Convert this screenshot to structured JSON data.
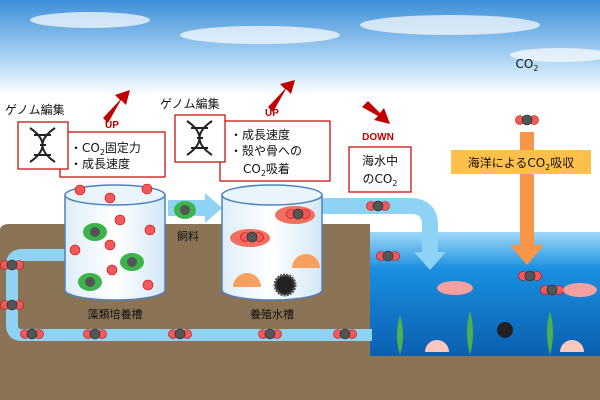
{
  "genome_edit_left": {
    "title": "ゲノム編集",
    "line1_pre": "・CO",
    "line1_sub": "2",
    "line1_post": "固定力",
    "line2": "・成長速度",
    "trend": "UP"
  },
  "genome_edit_right": {
    "title": "ゲノム編集",
    "line1": "・成長速度",
    "line2": "・殻や骨への",
    "line3_pre": "CO",
    "line3_sub": "2",
    "line3_post": "吸着",
    "trend": "UP"
  },
  "seawater_co2": {
    "line1": "海水中",
    "line2_pre": "のCO",
    "line2_sub": "2",
    "trend": "DOWN"
  },
  "atmosphere": {
    "label_pre": "CO",
    "label_sub": "2"
  },
  "ocean_absorption": {
    "label_pre": "海洋によるCO",
    "label_sub": "2",
    "label_post": "吸収"
  },
  "tanks": {
    "algae": "藻類培養槽",
    "feed": "飼料",
    "aquaculture": "養殖水槽"
  },
  "colors": {
    "arrow_red": "#c00000",
    "pipe": "#8fd3f4",
    "ground": "#8b7355",
    "sea": "#1a8fe0",
    "orange": "#f79646"
  }
}
